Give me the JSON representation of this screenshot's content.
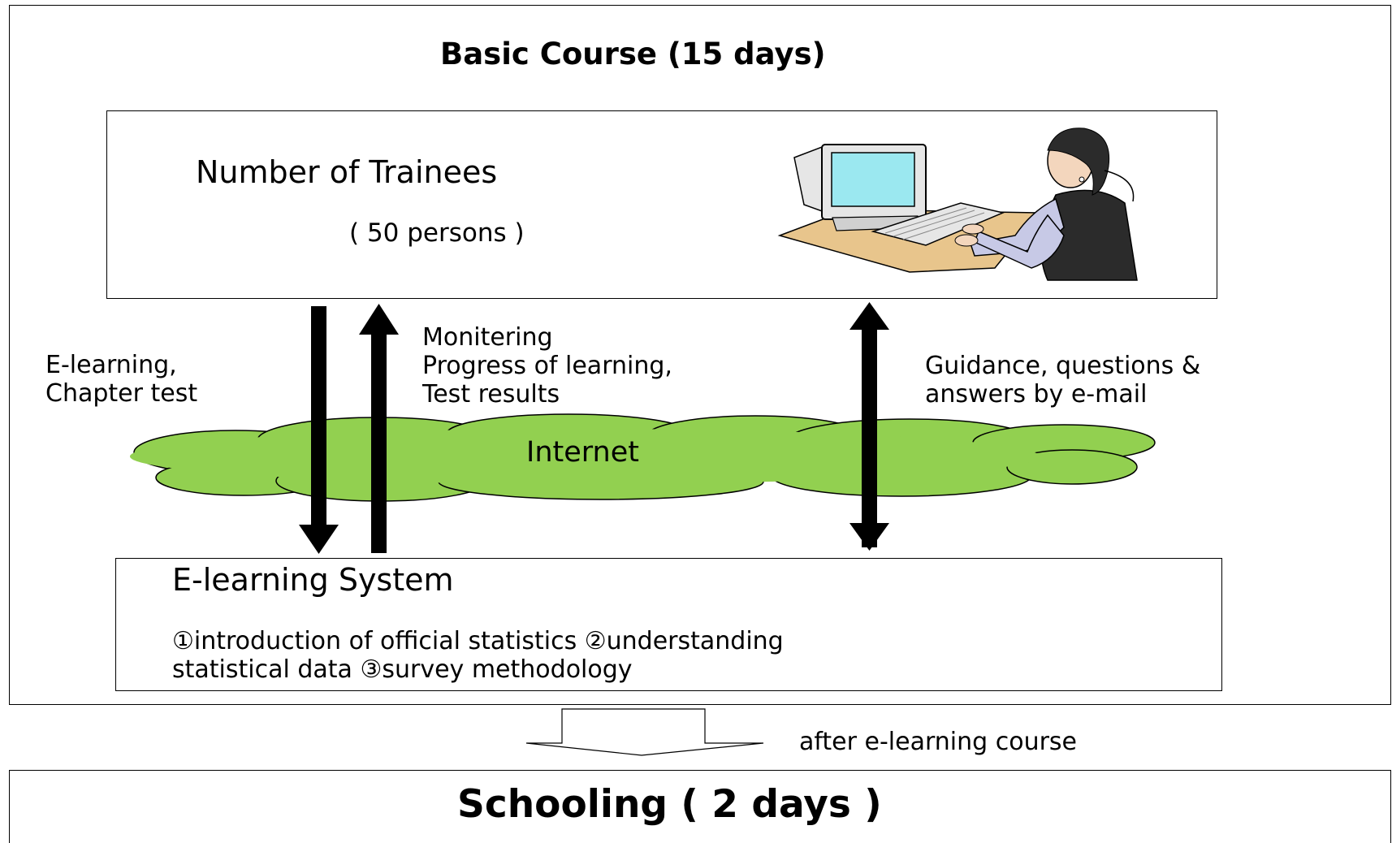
{
  "basic_course": {
    "title": "Basic Course (15 days)"
  },
  "trainees": {
    "title": "Number of Trainees",
    "count": "( 50 persons )"
  },
  "left_labels": {
    "line1": "E-learning,",
    "line2": "Chapter test"
  },
  "monitoring": {
    "line1": "Monitering",
    "line2": "Progress of learning,",
    "line3": "Test results"
  },
  "guidance": {
    "line1": "Guidance, questions &",
    "line2": "answers by e-mail"
  },
  "internet": {
    "label": "Internet"
  },
  "system": {
    "title": "E-learning System",
    "line1": "①introduction of official statistics ②understanding",
    "line2": "statistical data ③survey methodology"
  },
  "transition": {
    "label": "after e-learning course"
  },
  "schooling": {
    "title": "Schooling ( 2 days )"
  },
  "colors": {
    "cloud": "#92d050",
    "screen": "#9be8f0",
    "desk": "#e8c58c"
  },
  "icons": {
    "trainee": "person-at-computer-icon"
  }
}
